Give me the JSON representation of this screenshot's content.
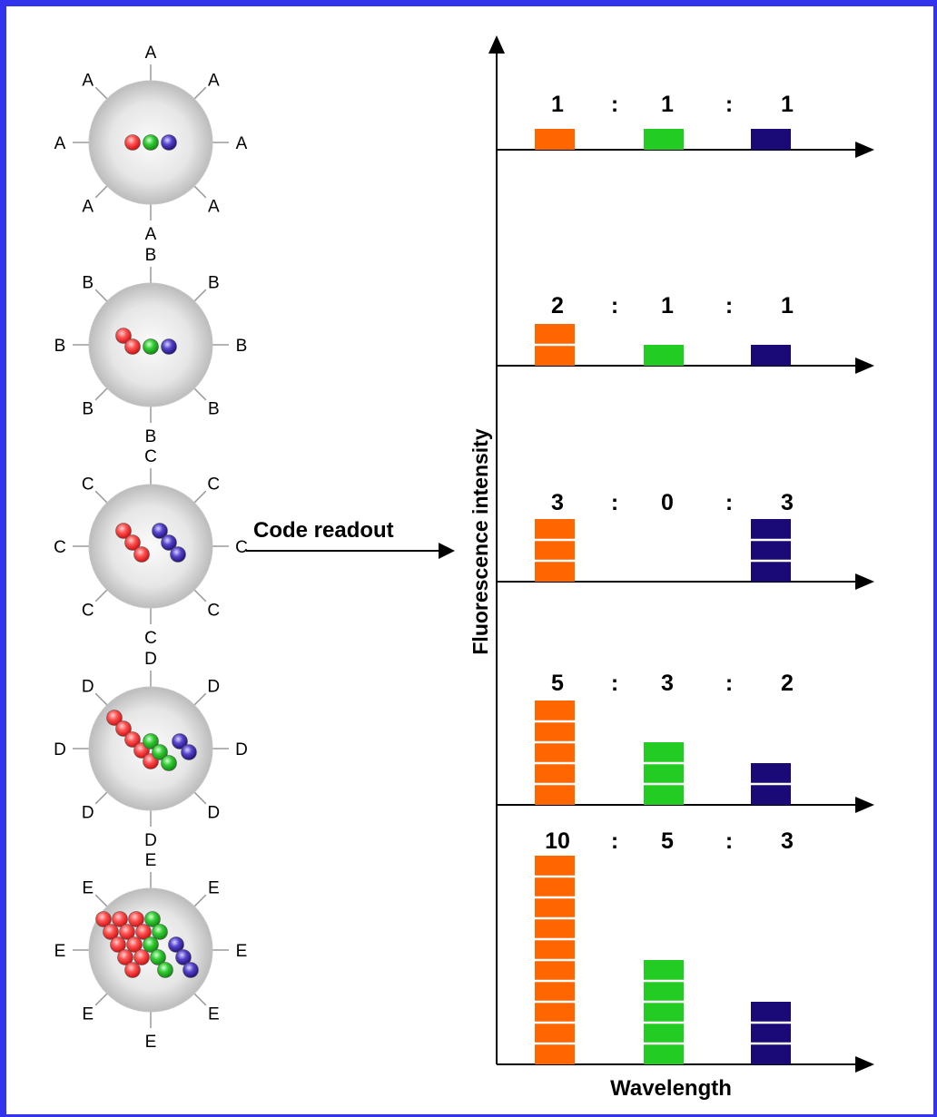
{
  "colors": {
    "frame": "#3333ee",
    "orange": "#ff6600",
    "green": "#22cc22",
    "navy": "#1a0a78",
    "bead_red": "#ee2222",
    "bead_green": "#22aa22",
    "bead_blue": "#3322aa",
    "sphere": "#d0d0d0"
  },
  "arrow_label": "Code readout",
  "ylabel": "Fluorescence intensity",
  "xlabel": "Wavelength",
  "separator": ":",
  "particles": [
    {
      "label": "A",
      "red": 1,
      "green": 1,
      "blue": 1
    },
    {
      "label": "B",
      "red": 2,
      "green": 1,
      "blue": 1
    },
    {
      "label": "C",
      "red": 3,
      "green": 0,
      "blue": 3
    },
    {
      "label": "D",
      "red": 5,
      "green": 3,
      "blue": 2
    },
    {
      "label": "E",
      "red": 10,
      "green": 5,
      "blue": 3
    }
  ],
  "chart_data": {
    "type": "bar",
    "xlabel": "Wavelength",
    "ylabel": "Fluorescence intensity",
    "categories": [
      "orange",
      "green",
      "blue"
    ],
    "panels": [
      {
        "ratio_text": [
          "1",
          "1",
          "1"
        ],
        "values": [
          1,
          1,
          1
        ]
      },
      {
        "ratio_text": [
          "2",
          "1",
          "1"
        ],
        "values": [
          2,
          1,
          1
        ]
      },
      {
        "ratio_text": [
          "3",
          "0",
          "3"
        ],
        "values": [
          3,
          0,
          3
        ]
      },
      {
        "ratio_text": [
          "5",
          "3",
          "2"
        ],
        "values": [
          5,
          3,
          2
        ]
      },
      {
        "ratio_text": [
          "10",
          "5",
          "3"
        ],
        "values": [
          10,
          5,
          3
        ]
      }
    ]
  }
}
